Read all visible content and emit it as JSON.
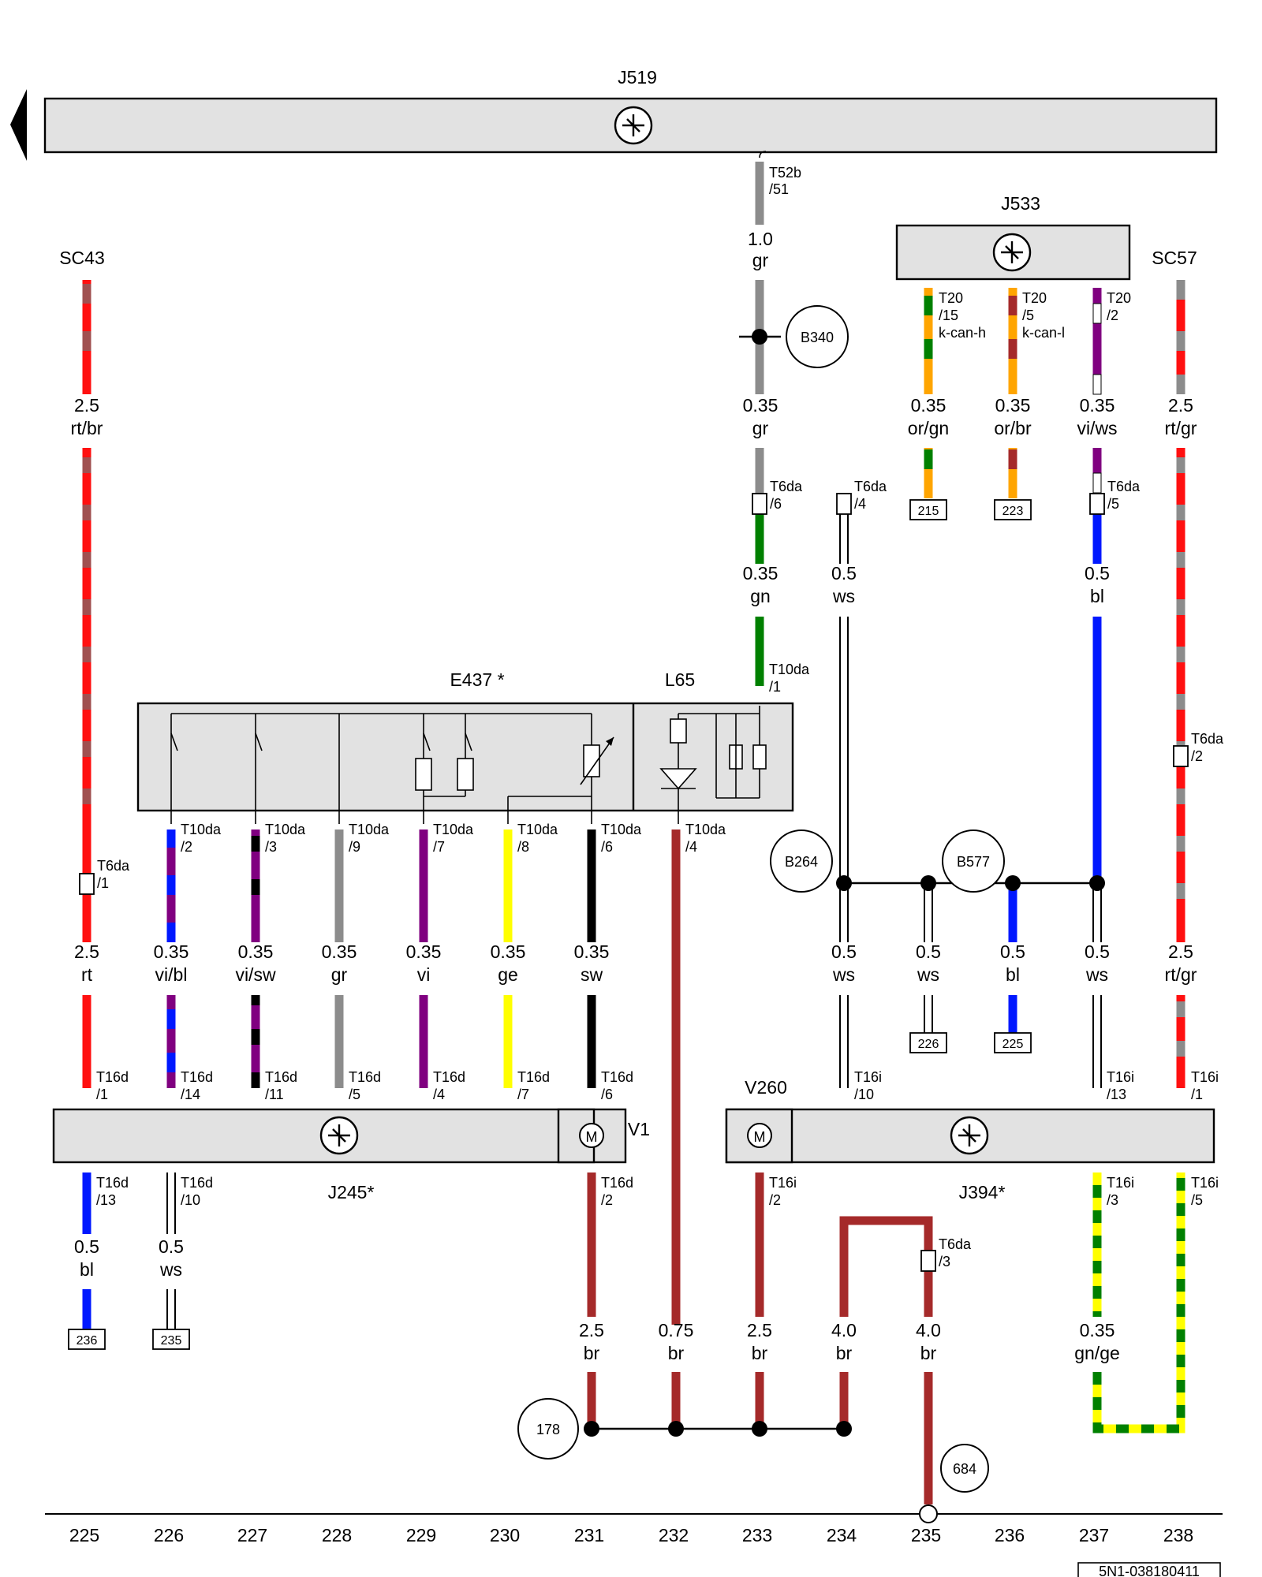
{
  "modules": {
    "j519": "J519",
    "j533": "J533",
    "e437": "E437 *",
    "l65": "L65",
    "j245": "J245*",
    "v1": "V1",
    "v260": "V260",
    "j394": "J394*"
  },
  "supply": {
    "sc43": "SC43",
    "sc57": "SC57"
  },
  "points": {
    "b340": "B340",
    "b264": "B264",
    "b577": "B577",
    "p178": "178",
    "p684": "684"
  },
  "connectors": {
    "t52b": "T52b",
    "t52b_pin": "/51",
    "t20": "T20",
    "t20_15": "/15",
    "t20_5": "/5",
    "t20_2": "/2",
    "k_can_h": "k-can-h",
    "k_can_l": "k-can-l",
    "t6da": "T6da",
    "t6da_6": "/6",
    "t6da_4": "/4",
    "t6da_5": "/5",
    "t6da_2": "/2",
    "t6da_1": "/1",
    "t6da_3": "/3",
    "t10da": "T10da",
    "t10da_1": "/1",
    "t10da_2": "/2",
    "t10da_3": "/3",
    "t10da_9": "/9",
    "t10da_7": "/7",
    "t10da_8": "/8",
    "t10da_6": "/6",
    "t10da_4": "/4",
    "t16d": "T16d",
    "t16d_1": "/1",
    "t16d_14": "/14",
    "t16d_11": "/11",
    "t16d_5": "/5",
    "t16d_4": "/4",
    "t16d_7": "/7",
    "t16d_6": "/6",
    "t16d_13": "/13",
    "t16d_10": "/10",
    "t16d_2": "/2",
    "t16i": "T16i",
    "t16i_10": "/10",
    "t16i_13": "/13",
    "t16i_1": "/1",
    "t16i_2": "/2",
    "t16i_3": "/3",
    "t16i_5": "/5"
  },
  "wires": {
    "gr10_s": "1.0",
    "gr10_c": "gr",
    "gr035_s": "0.35",
    "gr035_c": "gr",
    "orgn_s": "0.35",
    "orgn_c": "or/gn",
    "orbr_s": "0.35",
    "orbr_c": "or/br",
    "viws_s": "0.35",
    "viws_c": "vi/ws",
    "rtbr_s": "2.5",
    "rtbr_c": "rt/br",
    "rtgr1_s": "2.5",
    "rtgr1_c": "rt/gr",
    "gn_s": "0.35",
    "gn_c": "gn",
    "ws1_s": "0.5",
    "ws1_c": "ws",
    "bl1_s": "0.5",
    "bl1_c": "bl",
    "rt_s": "2.5",
    "rt_c": "rt",
    "vibl_s": "0.35",
    "vibl_c": "vi/bl",
    "visw_s": "0.35",
    "visw_c": "vi/sw",
    "gr2_s": "0.35",
    "gr2_c": "gr",
    "vi_s": "0.35",
    "vi_c": "vi",
    "ge_s": "0.35",
    "ge_c": "ge",
    "sw_s": "0.35",
    "sw_c": "sw",
    "ws2_s": "0.5",
    "ws2_c": "ws",
    "ws3_s": "0.5",
    "ws3_c": "ws",
    "bl2_s": "0.5",
    "bl2_c": "bl",
    "ws4_s": "0.5",
    "ws4_c": "ws",
    "rtgr2_s": "2.5",
    "rtgr2_c": "rt/gr",
    "bl3_s": "0.5",
    "bl3_c": "bl",
    "ws5_s": "0.5",
    "ws5_c": "ws",
    "br1_s": "2.5",
    "br1_c": "br",
    "br2_s": "0.75",
    "br2_c": "br",
    "br3_s": "2.5",
    "br3_c": "br",
    "br4_s": "4.0",
    "br4_c": "br",
    "br5_s": "4.0",
    "br5_c": "br",
    "gnge_s": "0.35",
    "gnge_c": "gn/ge"
  },
  "references": {
    "r215": "215",
    "r223": "223",
    "r226": "226",
    "r225": "225",
    "r236": "236",
    "r235": "235"
  },
  "columns": [
    "225",
    "226",
    "227",
    "228",
    "229",
    "230",
    "231",
    "232",
    "233",
    "234",
    "235",
    "236",
    "237",
    "238"
  ],
  "doc_id": "5N1-038180411",
  "wire_colors": {
    "rt": "#ff1010",
    "br": "#a52a2a",
    "gr": "#8c8c8c",
    "gn": "#008000",
    "bl": "#0018ff",
    "ws": "#ffffff",
    "vi": "#800080",
    "ge": "#ffff00",
    "sw": "#000000",
    "or": "#ffa500"
  }
}
